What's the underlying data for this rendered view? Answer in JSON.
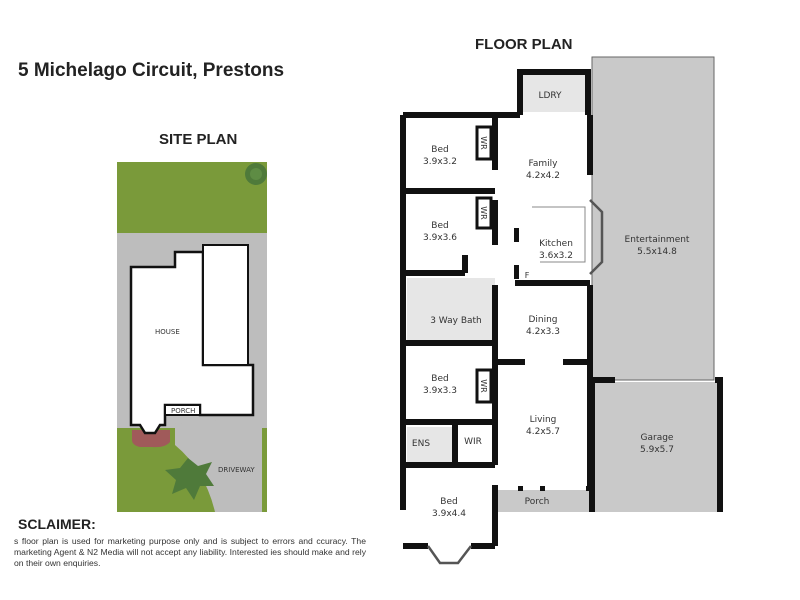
{
  "header": {
    "address": "5 Michelago Circuit, Prestons"
  },
  "site_plan": {
    "title": "SITE PLAN",
    "labels": {
      "house": "HOUSE",
      "porch": "PORCH",
      "driveway": "DRIVEWAY"
    },
    "colors": {
      "grass": "#7a9a3a",
      "paving": "#b9b9b9",
      "tree": "#4f7a3a",
      "garden_bed": "#a05a5a"
    }
  },
  "floor_plan": {
    "title": "FLOOR PLAN",
    "rooms": [
      {
        "name": "LDRY",
        "size": ""
      },
      {
        "name": "Bed",
        "size": "3.9x3.2"
      },
      {
        "name": "Family",
        "size": "4.2x4.2"
      },
      {
        "name": "Bed",
        "size": "3.9x3.6"
      },
      {
        "name": "Kitchen",
        "size": "3.6x3.2"
      },
      {
        "name": "Entertainment",
        "size": "5.5x14.8"
      },
      {
        "name": "3 Way Bath",
        "size": ""
      },
      {
        "name": "Dining",
        "size": "4.2x3.3"
      },
      {
        "name": "Bed",
        "size": "3.9x3.3"
      },
      {
        "name": "Living",
        "size": "4.2x5.7"
      },
      {
        "name": "Garage",
        "size": "5.9x5.7"
      },
      {
        "name": "ENS",
        "size": ""
      },
      {
        "name": "WIR",
        "size": ""
      },
      {
        "name": "Bed",
        "size": "3.9x4.4"
      },
      {
        "name": "Porch",
        "size": ""
      }
    ],
    "small_labels": {
      "wr": "WR",
      "fridge": "F"
    },
    "colors": {
      "wall": "#111111",
      "outdoor": "#c9c9c9",
      "tile": "#e6e6e6"
    }
  },
  "disclaimer": {
    "title": "SCLAIMER:",
    "text": "s floor plan is used for marketing purpose only and is subject to errors and ccuracy. The marketing Agent & N2 Media will not accept any liability. Interested ies should make and rely on their own enquiries."
  }
}
